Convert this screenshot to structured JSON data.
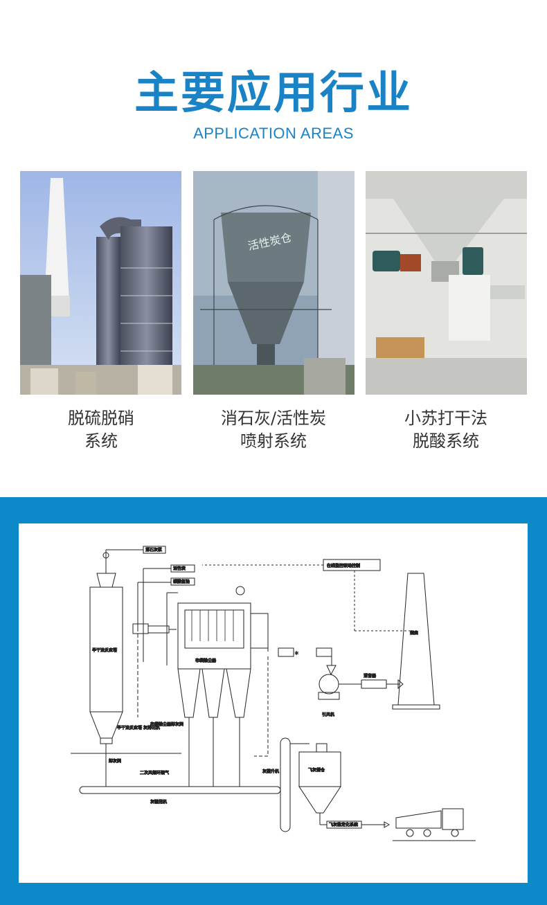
{
  "header": {
    "title": "主要应用行业",
    "subtitle": "APPLICATION AREAS"
  },
  "applications": [
    {
      "line1": "脱硫脱硝",
      "line2": "系统"
    },
    {
      "line1": "消石灰/活性炭",
      "line2": "喷射系统"
    },
    {
      "line1": "小苏打干法",
      "line2": "脱酸系统"
    }
  ],
  "photo2_tank_text": "活性炭仓",
  "diagram": {
    "labels": {
      "lime_silo": "消石灰浆",
      "activated_carbon": "活性炭",
      "soda": "碳酸氢钠",
      "control": "在线监控联动控制",
      "reactor": "半干法反应塔",
      "bag_filter": "布袋除尘器",
      "chimney": "烟囱",
      "fan": "引风机",
      "silencer": "消音器",
      "reactor_discharge": "半干法反应塔\n灰排出机",
      "bag_valve": "布袋除尘器卸灰阀",
      "unloading_valve": "卸灰阀",
      "secondary_air": "二次风烟环烟气",
      "conveyor": "灰输送机",
      "elevator": "灰提升机",
      "ash_silo": "飞灰储仓",
      "stabilization": "飞灰稳定化系统"
    }
  },
  "colors": {
    "accent": "#1a83c5",
    "band": "#0d89c9"
  }
}
